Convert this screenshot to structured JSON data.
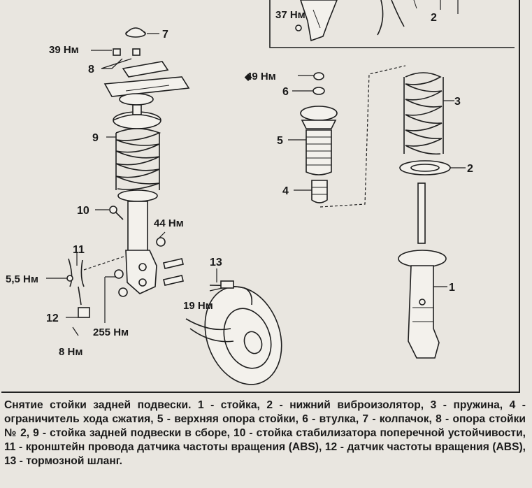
{
  "diagram": {
    "part_labels": {
      "p1": "1",
      "p2_top": "2",
      "p2": "2",
      "p3": "3",
      "p4": "4",
      "p5": "5",
      "p6": "6",
      "p7": "7",
      "p8": "8",
      "p9": "9",
      "p10": "10",
      "p11": "11",
      "p12": "12",
      "p13": "13"
    },
    "torque_labels": {
      "t37": "37 Нм",
      "t39": "39 Нм",
      "t49": "49 Нм",
      "t44": "44 Нм",
      "t55": "5,5 Нм",
      "t255": "255 Нм",
      "t19": "19 Нм",
      "t8": "8 Нм"
    },
    "diamond_symbol": "◆"
  },
  "caption": "Снятие стойки задней подвески. 1 - стойка, 2 - нижний виброизолятор, 3 - пружина, 4 - ограничитель хода сжатия, 5 - верхняя опора стойки, 6 - втулка, 7 - колпачок, 8 - опора стойки № 2, 9 - стойка задней подвески в сборе, 10 - стойка стабилизатора поперечной устойчивости, 11 - кронштейн провода датчика частоты вращения (ABS), 12 - датчик частоты вращения (ABS), 13 - тормозной шланг."
}
